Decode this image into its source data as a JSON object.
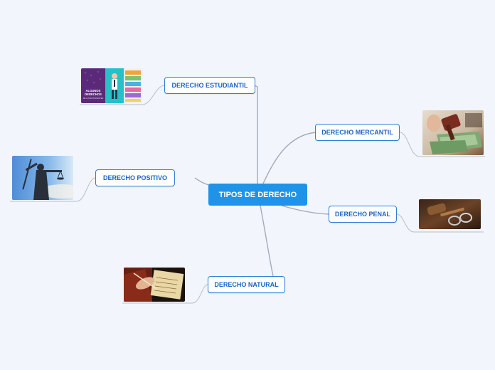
{
  "central": {
    "label": "TIPOS DE DERECHO"
  },
  "branches": {
    "estudiantil": {
      "label": "DERECHO ESTUDIANTIL",
      "image_caption": "ALGUNOS DERECHOS DE LOS ESTUDIANTES"
    },
    "mercantil": {
      "label": "DERECHO MERCANTIL"
    },
    "positivo": {
      "label": "DERECHO POSITIVO"
    },
    "penal": {
      "label": "DERECHO PENAL"
    },
    "natural": {
      "label": "DERECHO NATURAL"
    }
  },
  "colors": {
    "background": "#f2f5fc",
    "central_fill": "#1f93e8",
    "node_border": "#2f7fd8",
    "node_text": "#1b63c7",
    "connector": "#9aa3ad"
  }
}
